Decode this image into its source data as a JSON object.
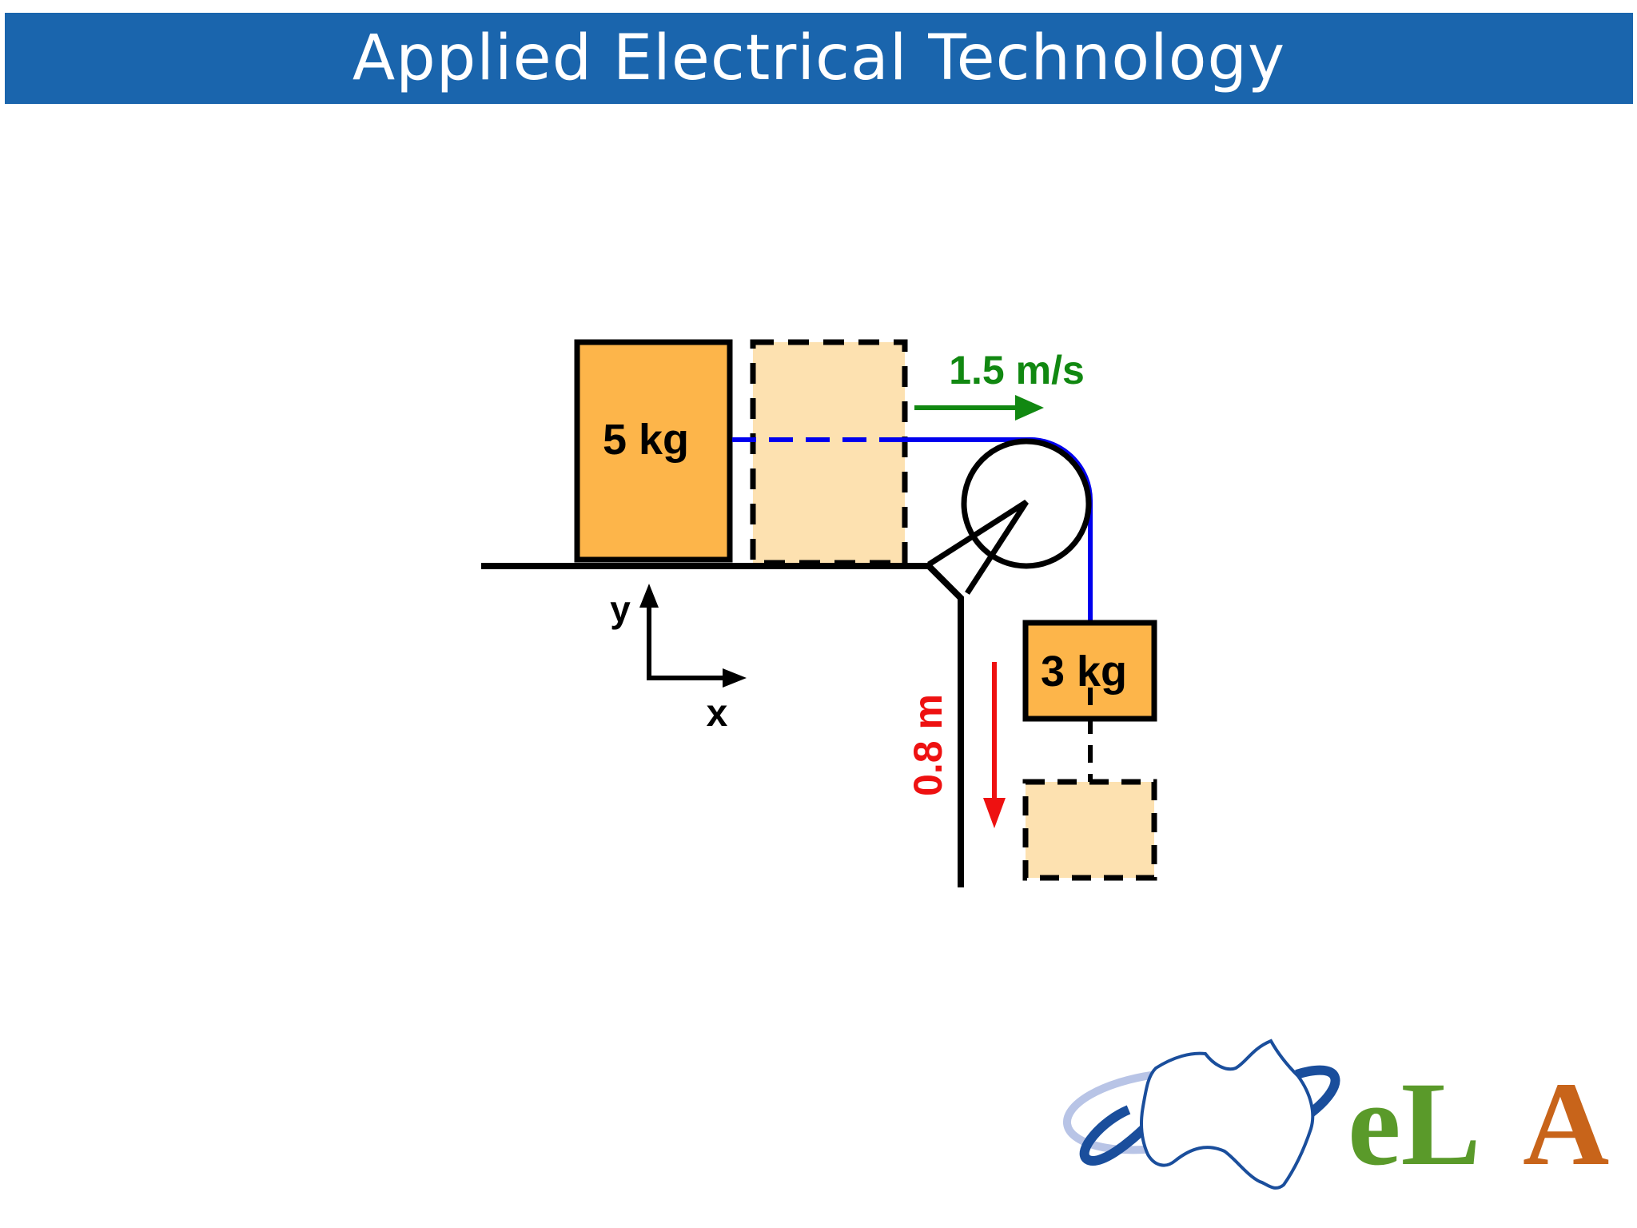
{
  "header": {
    "title": "Applied Electrical Technology"
  },
  "diagram": {
    "mass_on_table": "5 kg",
    "hanging_mass": "3 kg",
    "velocity_label": "1.5 m/s",
    "drop_distance_label": "0.8 m",
    "axis_y_label": "y",
    "axis_x_label": "x"
  },
  "logo": {
    "text": "eLA"
  },
  "colors": {
    "title_bar": "#1a65ad",
    "block_fill": "#fdb54a",
    "ghost_fill": "#fde1b0",
    "rope": "#0000ee",
    "velocity_arrow": "#118811",
    "drop_arrow": "#ee1111"
  }
}
